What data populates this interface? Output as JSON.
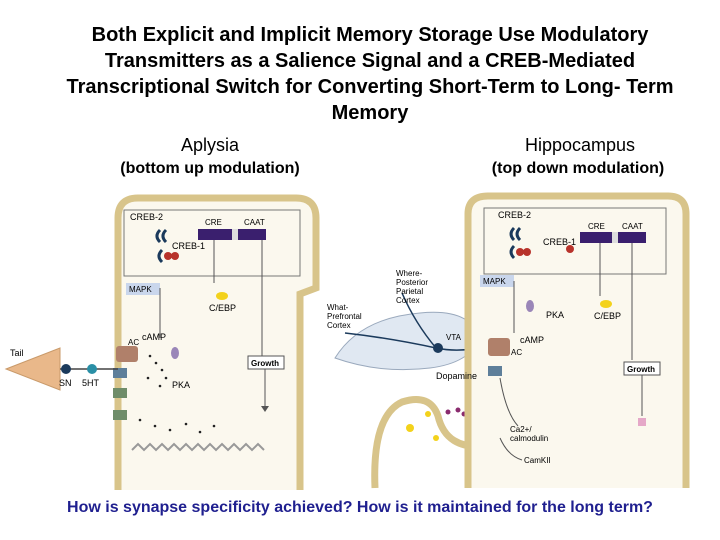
{
  "title": "Both Explicit and Implicit Memory Storage Use Modulatory Transmitters as a Salience Signal and a CREB-Mediated Transcriptional Switch for Converting Short-Term to Long- Term Memory",
  "left": {
    "heading": "Aplysia",
    "subheading": "(bottom up modulation)",
    "labels": {
      "creb2": "CREB-2",
      "cre": "CRE",
      "caat": "CAAT",
      "creb1": "CREB-1",
      "mapk": "MAPK",
      "cebp": "C/EBP",
      "growth": "Growth",
      "camp": "cAMP",
      "ac": "AC",
      "pka": "PKA",
      "tail": "Tail",
      "sn": "SN",
      "fiveht": "5HT"
    }
  },
  "right": {
    "heading": "Hippocampus",
    "subheading": "(top down modulation)",
    "labels": {
      "creb2": "CREB-2",
      "cre": "CRE",
      "caat": "CAAT",
      "creb1": "CREB-1",
      "mapk": "MAPK",
      "pka": "PKA",
      "cebp": "C/EBP",
      "camp": "cAMP",
      "ac": "AC",
      "growth": "Growth",
      "dopamine": "Dopamine",
      "vta": "VTA",
      "ca": "Ca2+/",
      "calmodulin": "calmodulin",
      "camkii": "CamKII",
      "where1": "Where-",
      "where2": "Posterior",
      "where3": "Parietal",
      "where4": "Cortex",
      "what1": "What-",
      "what2": "Prefrontal",
      "what3": "Cortex"
    }
  },
  "question": "How is synapse specificity achieved?  How is it maintained for the long term?",
  "colors": {
    "bar": "#3a1f6e",
    "creb": "#1b3a5c",
    "red": "#b8332b",
    "yellow": "#f3d21b",
    "cell": "#d8c48a",
    "cellfill": "#fbf8ee",
    "question": "#1f1f8f"
  }
}
